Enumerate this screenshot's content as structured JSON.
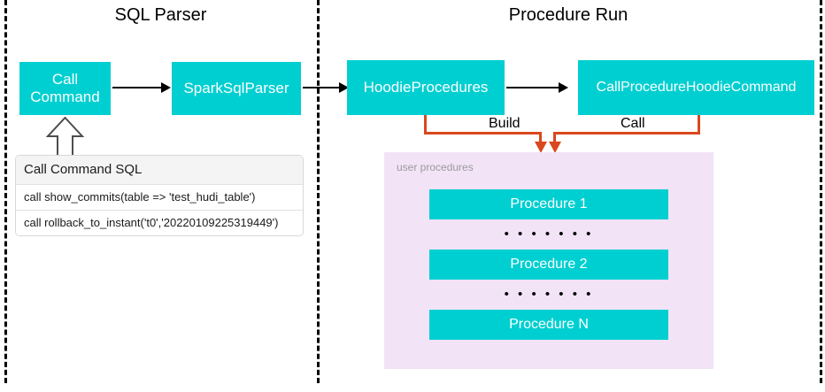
{
  "diagram": {
    "type": "flowchart",
    "sections": [
      {
        "id": "sql-parser",
        "title": "SQL Parser"
      },
      {
        "id": "procedure-run",
        "title": "Procedure Run"
      }
    ],
    "nodes": {
      "call_command": "Call\nCommand",
      "call_command_line1": "Call",
      "call_command_line2": "Command",
      "spark_sql_parser": "SparkSqlParser",
      "hoodie_procedures": "HoodieProcedures",
      "call_procedure_hoodie_command": "CallProcedureHoodieCommand"
    },
    "edges": {
      "build_label": "Build",
      "call_label": "Call"
    },
    "sql_card": {
      "header": "Call Command SQL",
      "rows": [
        "call show_commits(table => 'test_hudi_table')",
        "call rollback_to_instant('t0','20220109225319449')"
      ]
    },
    "user_procedures": {
      "label": "user procedures",
      "items": [
        {
          "name": "Procedure 1"
        },
        {
          "name": "Procedure 2"
        },
        {
          "name": "Procedure N"
        }
      ],
      "ellipsis": "• • • • • • •"
    },
    "colors": {
      "node_fill": "#00CFD1",
      "node_text": "#FFFFFF",
      "panel_fill": "#F2E3F7",
      "connector_orange": "#D9481E",
      "connector_black": "#000000",
      "divider": "#000000"
    }
  }
}
